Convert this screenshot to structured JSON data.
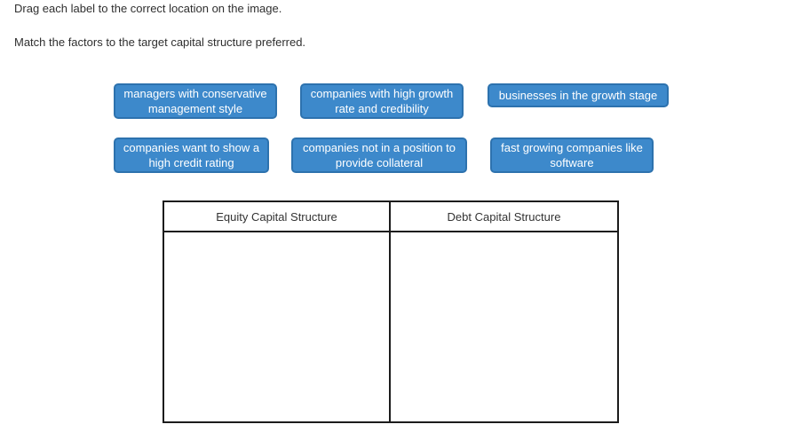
{
  "instructions": {
    "line1": "Drag each label to the correct location on the image.",
    "line2": "Match the factors to the target capital structure preferred."
  },
  "labels": [
    {
      "text": "managers with conservative management style"
    },
    {
      "text": "companies with high growth rate and credibility"
    },
    {
      "text": "businesses in the growth stage"
    },
    {
      "text": "companies want to show a high credit rating"
    },
    {
      "text": "companies not in a position to provide collateral"
    },
    {
      "text": "fast growing companies like software"
    }
  ],
  "table": {
    "columns": [
      {
        "header": "Equity Capital Structure"
      },
      {
        "header": "Debt Capital Structure"
      }
    ]
  },
  "colors": {
    "label_fill": "#3d89cb",
    "label_border": "#2d72ae",
    "label_text": "#ffffff",
    "table_border": "#1c1c1c",
    "instruction_text": "#2f2f2f"
  }
}
